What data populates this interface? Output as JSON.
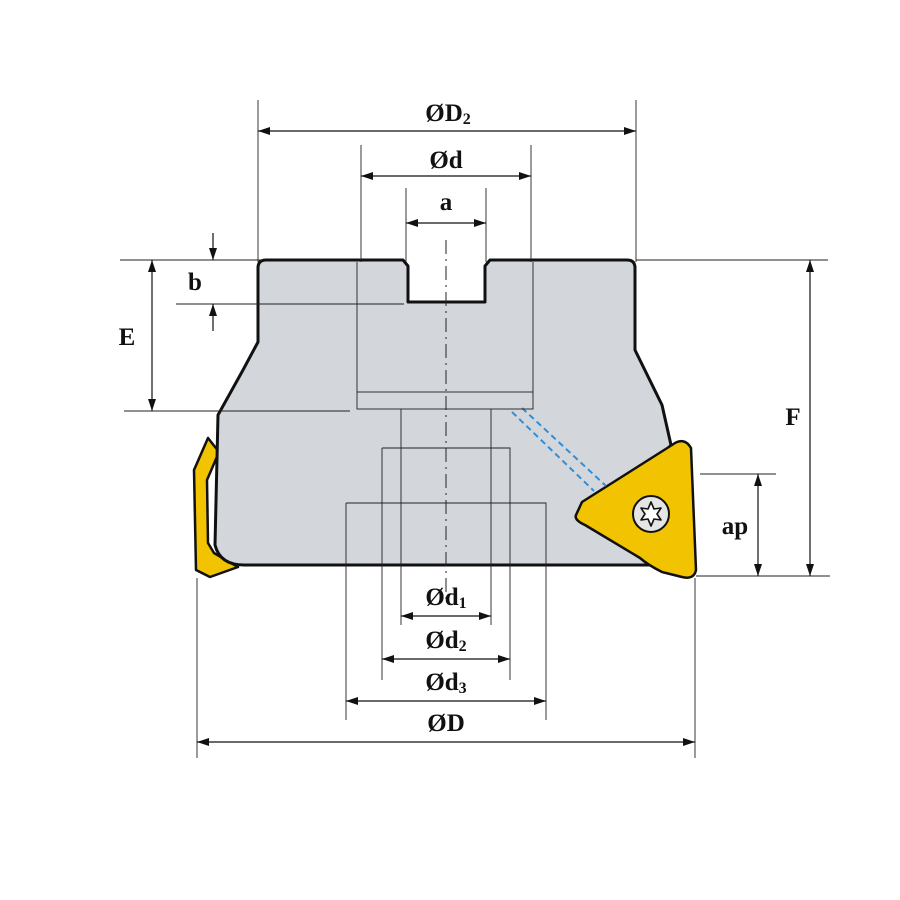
{
  "labels": {
    "D2": {
      "main": "ØD",
      "sub": "2"
    },
    "d": {
      "main": "Ød"
    },
    "a": {
      "main": "a"
    },
    "b": {
      "main": "b"
    },
    "E": {
      "main": "E"
    },
    "F": {
      "main": "F"
    },
    "ap": {
      "main": "ap"
    },
    "d1": {
      "main": "Ød",
      "sub": "1"
    },
    "d2": {
      "main": "Ød",
      "sub": "2"
    },
    "d3": {
      "main": "Ød",
      "sub": "3"
    },
    "D": {
      "main": "ØD"
    }
  },
  "colors": {
    "body": "#d3d6da",
    "insert": "#f2c300",
    "coolant": "#2f8fd8",
    "line": "#111111"
  },
  "icons": {
    "screw": "torx-screw-icon"
  }
}
